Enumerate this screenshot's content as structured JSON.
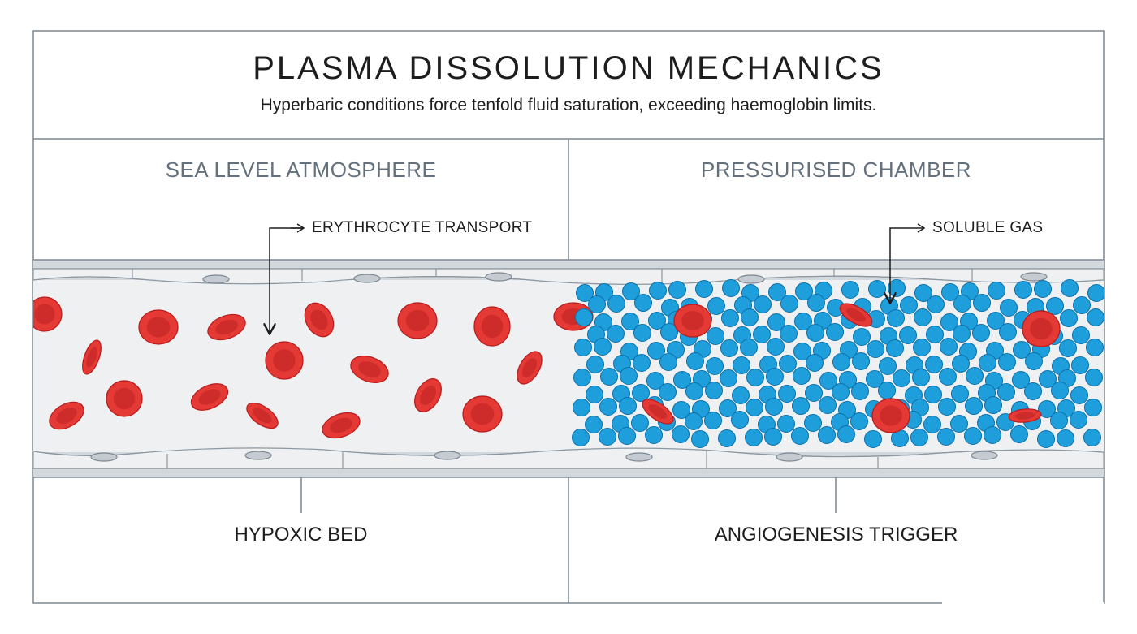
{
  "title": "PLASMA DISSOLUTION MECHANICS",
  "subtitle": "Hyperbaric conditions force tenfold fluid saturation, exceeding haemoglobin limits.",
  "left_panel": {
    "heading": "SEA LEVEL ATMOSPHERE",
    "callout": "ERYTHROCYTE TRANSPORT",
    "footer": "HYPOXIC BED"
  },
  "right_panel": {
    "heading": "PRESSURISED CHAMBER",
    "callout": "SOLUBLE GAS",
    "footer": "ANGIOGENESIS TRIGGER"
  },
  "colors": {
    "red_cell": "#e53935",
    "red_cell_edge": "#b71c1c",
    "gas_molecule": "#1e9fdc",
    "gas_molecule_edge": "#0b6fa8",
    "vessel_lumen": "#eef0f2",
    "vessel_wall": "#d3d8dd",
    "frame_line": "#7b8691"
  }
}
